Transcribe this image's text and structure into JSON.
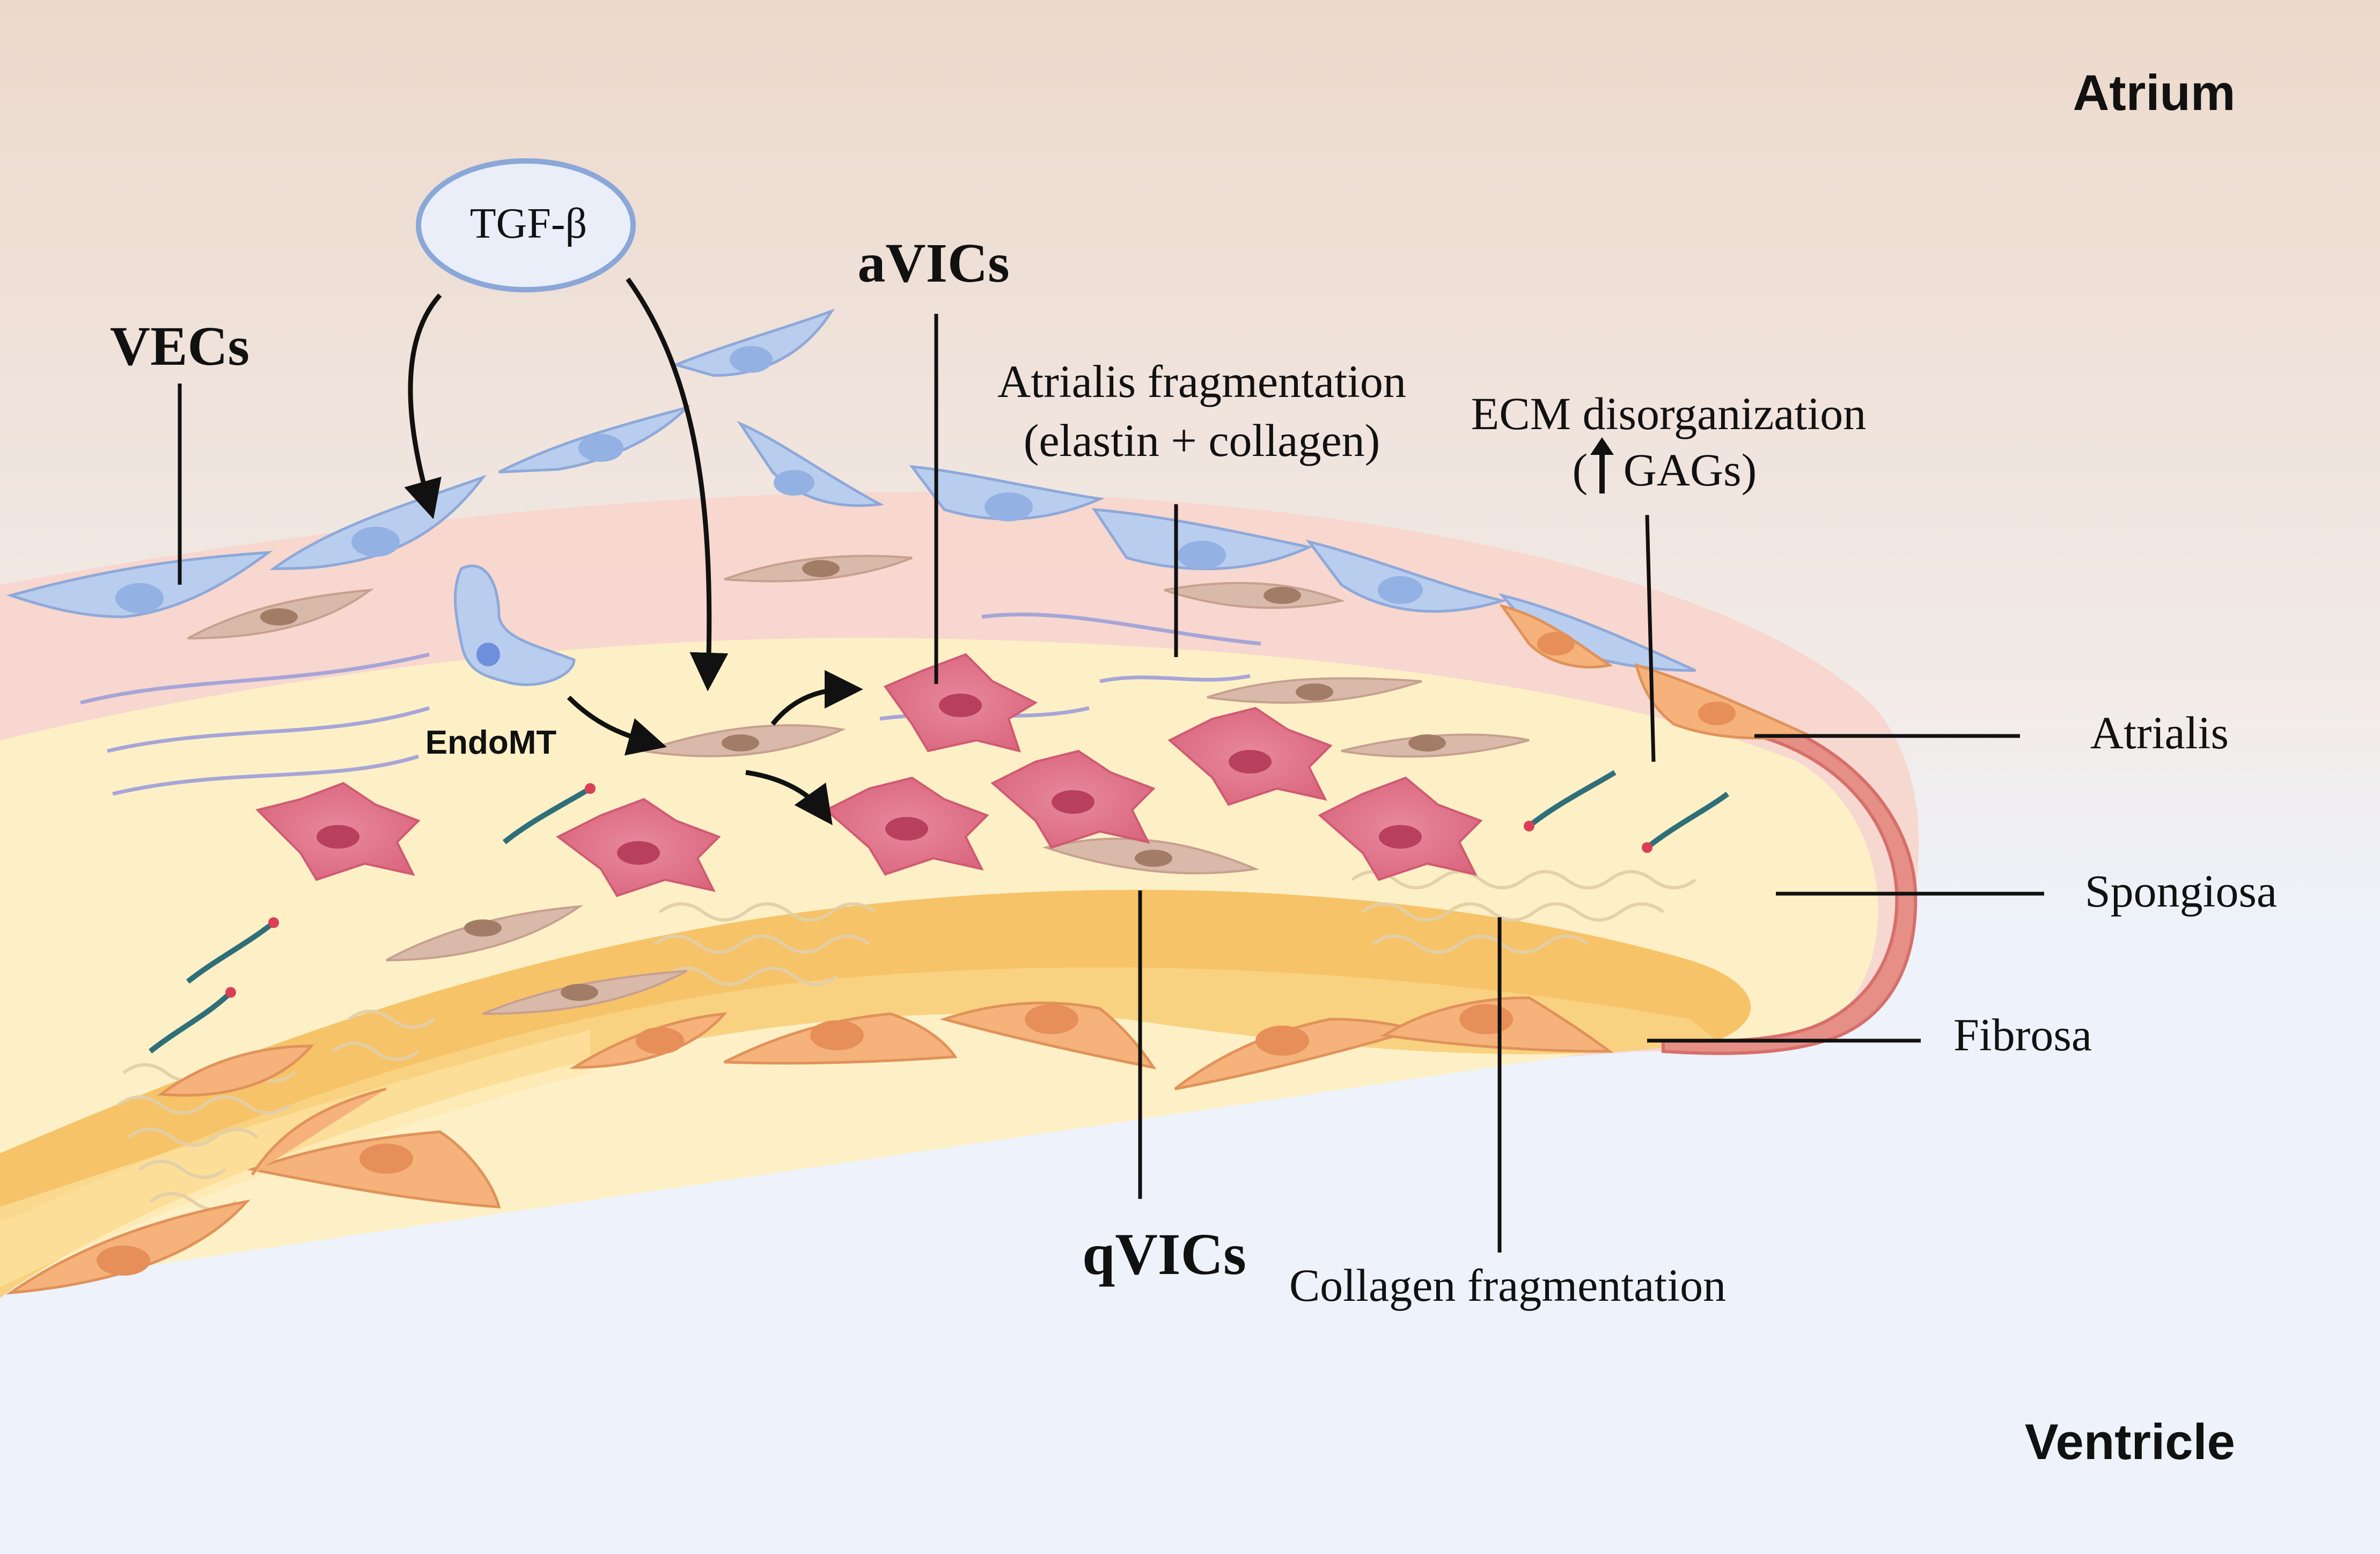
{
  "regions": {
    "top": "Atrium",
    "bottom": "Ventricle"
  },
  "signal": {
    "label": "TGF-β"
  },
  "process": {
    "label": "EndoMT"
  },
  "cell_labels": {
    "vecs": "VECs",
    "avics": "aVICs",
    "qvics": "qVICs"
  },
  "annotations": {
    "atrialis_frag_line1": "Atrialis fragmentation",
    "atrialis_frag_line2": "(elastin + collagen)",
    "ecm_line1": "ECM disorganization",
    "ecm_line2_prefix": "(",
    "ecm_line2_suffix": "GAGs)",
    "collagen_frag": "Collagen fragmentation"
  },
  "layers": {
    "atrialis": "Atrialis",
    "spongiosa": "Spongiosa",
    "fibrosa": "Fibrosa"
  },
  "colors": {
    "atrium_top": "#ecd9cc",
    "ventricle_bg": "#eef2fa",
    "atrialis_layer": "#f7d6cf",
    "spongiosa_layer": "#fdf0c8",
    "fibrosa_layer": "#f7c56a",
    "vec_cell": "#b9cdee",
    "avic_cell": "#e07a90",
    "qvic_cell": "#d8b8a8",
    "fibroblast": "#f5b27a",
    "text": "#111111"
  },
  "icons": {
    "arrow_up": "up-arrow-icon"
  }
}
